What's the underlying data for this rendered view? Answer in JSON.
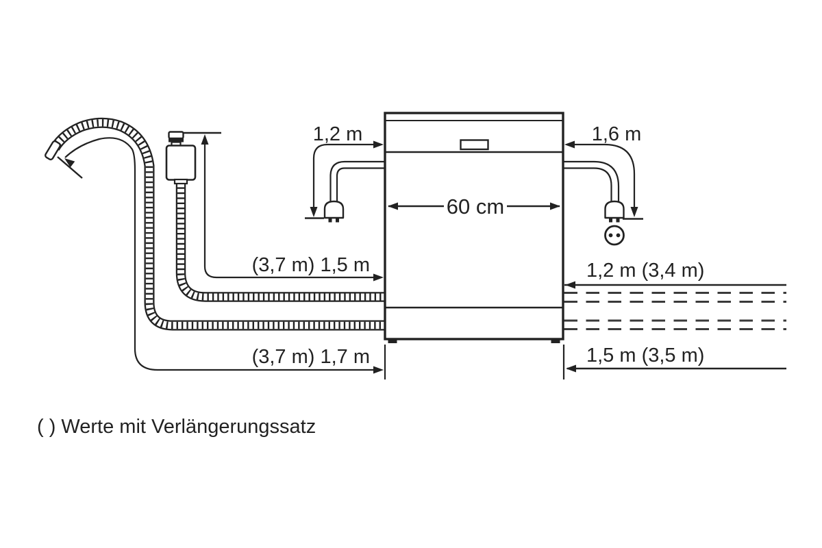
{
  "diagram": {
    "footnote": "( ) Werte mit Verlängerungssatz",
    "dimensions": {
      "power_cord_left": "1,2 m",
      "power_cord_right": "1,6 m",
      "appliance_width": "60 cm",
      "supply_hose": "(3,7 m) 1,5 m",
      "rear_outlet_upper": "1,2 m (3,4 m)",
      "drain_hose": "(3,7 m) 1,7 m",
      "rear_outlet_lower": "1,5 m (3,5 m)"
    },
    "colors": {
      "line": "#222222",
      "dash_line": "#3a3a3a",
      "background": "#ffffff"
    }
  }
}
